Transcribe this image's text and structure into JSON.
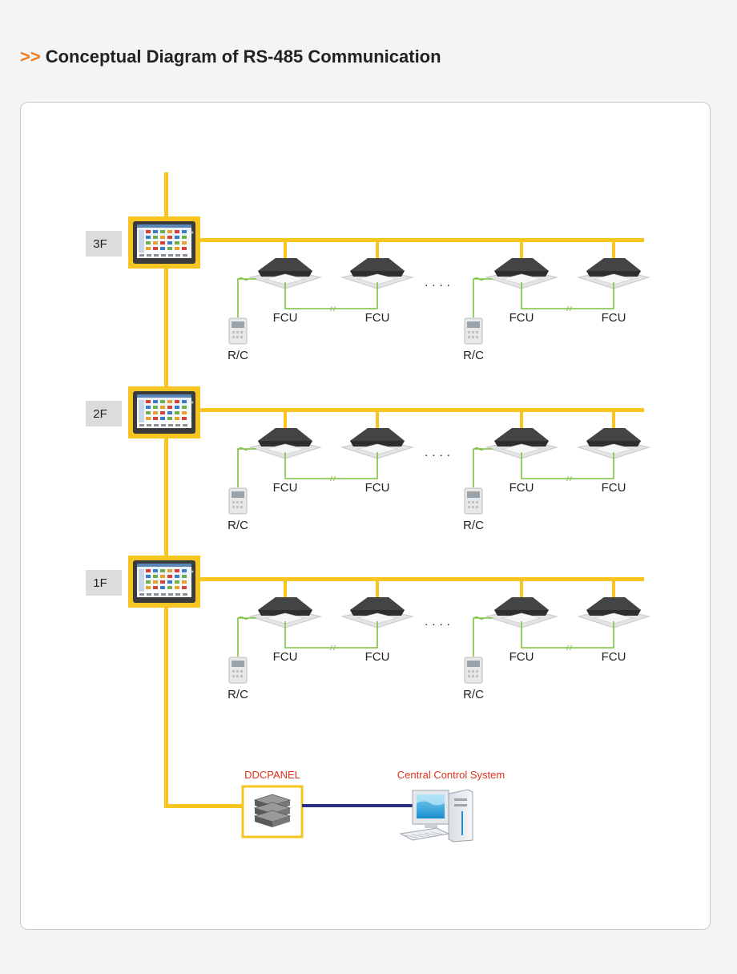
{
  "heading": {
    "mark": ">>",
    "title": "Conceptual Diagram of RS-485 Communication"
  },
  "floors": [
    {
      "label": "3F",
      "units": [
        "FCU",
        "FCU",
        "FCU",
        "FCU"
      ],
      "remotes": [
        "R/C",
        "R/C"
      ],
      "gap": "· · · ·"
    },
    {
      "label": "2F",
      "units": [
        "FCU",
        "FCU",
        "FCU",
        "FCU"
      ],
      "remotes": [
        "R/C",
        "R/C"
      ],
      "gap": "· · · ·"
    },
    {
      "label": "1F",
      "units": [
        "FCU",
        "FCU",
        "FCU",
        "FCU"
      ],
      "remotes": [
        "R/C",
        "R/C"
      ],
      "gap": "· · · ·"
    }
  ],
  "ddc_panel": {
    "label": "DDCPANEL",
    "icon": "ddc-panel-icon"
  },
  "central": {
    "label": "Central Control System",
    "icon": "computer-icon"
  },
  "colors": {
    "bus": "#f7c520",
    "wire": "#7cc242",
    "link": "#2b2f8a",
    "accent": "#f07a1a",
    "red_label": "#e0321e"
  }
}
